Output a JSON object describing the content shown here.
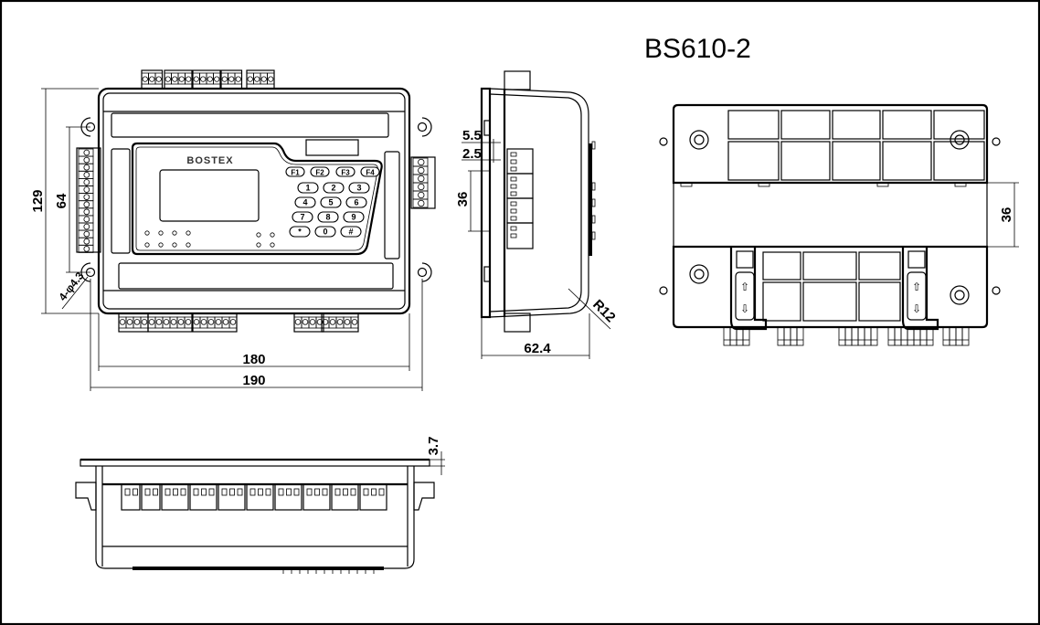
{
  "title": "BS610-2",
  "front_view": {
    "logo": "BOSTEX",
    "function_keys": [
      "F1",
      "F2",
      "F3",
      "F4"
    ],
    "keypad_keys": [
      "1",
      "2",
      "3",
      "4",
      "5",
      "6",
      "7",
      "8",
      "9",
      "*",
      "0",
      "#"
    ]
  },
  "dimensions": {
    "height_overall": "129",
    "hole_spacing_vertical": "64",
    "holes": "4-φ4.3",
    "width_body": "180",
    "width_overall": "190",
    "side_top": "5.5",
    "side_gap": "2.5",
    "side_rail": "36",
    "depth": "62.4",
    "radius": "R12",
    "back_rail": "36",
    "flange": "3.7"
  }
}
